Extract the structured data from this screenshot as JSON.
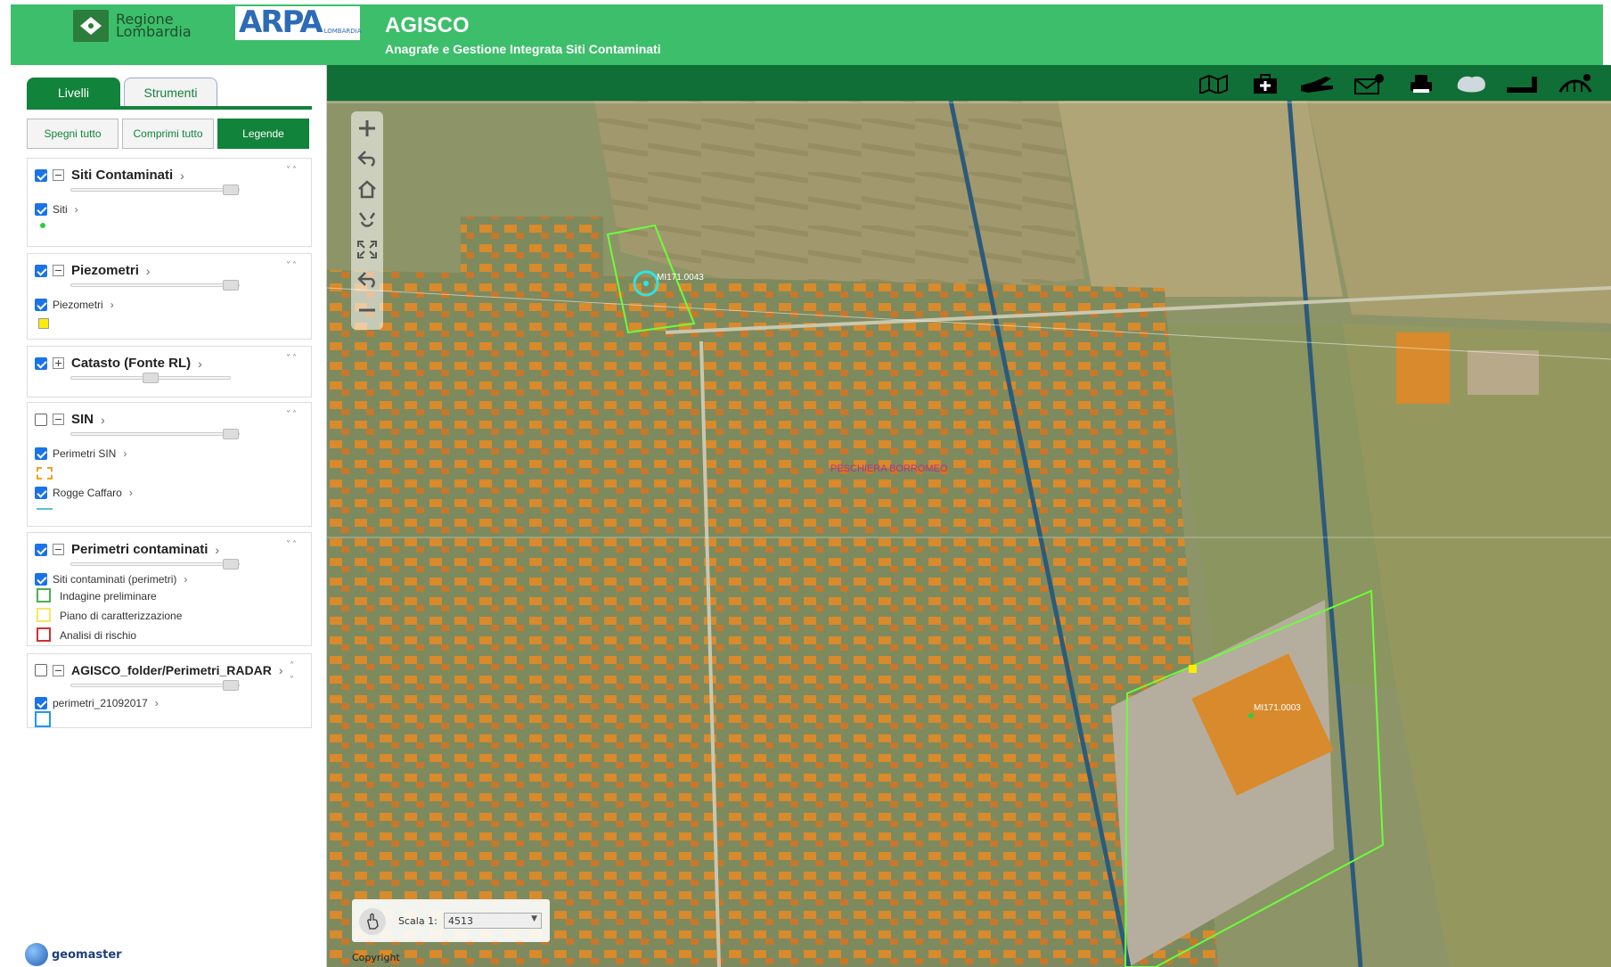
{
  "header": {
    "regione_line1": "Regione",
    "regione_line2": "Lombardia",
    "arpa_logo": "ARPA",
    "arpa_sub": "LOMBARDIA",
    "title": "AGISCO",
    "subtitle": "Anagrafe e Gestione Integrata Siti Contaminati"
  },
  "tabs": [
    {
      "label": "Livelli",
      "active": true
    },
    {
      "label": "Strumenti",
      "active": false
    }
  ],
  "buttons": {
    "spegni": "Spegni tutto",
    "comprimi": "Comprimi tutto",
    "legende": "Legende"
  },
  "layers": {
    "siti_contaminati": {
      "title": "Siti Contaminati",
      "checked": true,
      "sub": "Siti"
    },
    "piezometri": {
      "title": "Piezometri",
      "checked": true,
      "sub": "Piezometri"
    },
    "catasto": {
      "title": "Catasto (Fonte RL)",
      "checked": true
    },
    "sin": {
      "title": "SIN",
      "checked": false,
      "sub1": "Perimetri SIN",
      "sub2": "Rogge Caffaro"
    },
    "perimetri": {
      "title": "Perimetri contaminati",
      "checked": true,
      "sub": "Siti contaminati (perimetri)",
      "legend": [
        "Indagine preliminare",
        "Piano di caratterizzazione",
        "Analisi di rischio"
      ]
    },
    "radar": {
      "title": "AGISCO_folder/Perimetri_RADAR",
      "checked": false,
      "sub": "perimetri_21092017"
    }
  },
  "footer_logo": "geomaster",
  "map": {
    "label_site1": "MI171.0043",
    "label_site2": "MI171.0003",
    "label_town": "PESCHIERA BORROMEO",
    "scale_label": "Scala 1:",
    "scale_value": "4513",
    "copyright": "Copyright"
  },
  "toolbar_icons": [
    "map-icon",
    "first-aid-icon",
    "hand-icon",
    "mail-location-icon",
    "printer-icon",
    "cloud-shape-icon",
    "measure-icon",
    "bridge-icon"
  ],
  "colors": {
    "header_green": "#3dbe6b",
    "dark_green": "#12833b",
    "toolbar_green": "#0f6f36"
  }
}
